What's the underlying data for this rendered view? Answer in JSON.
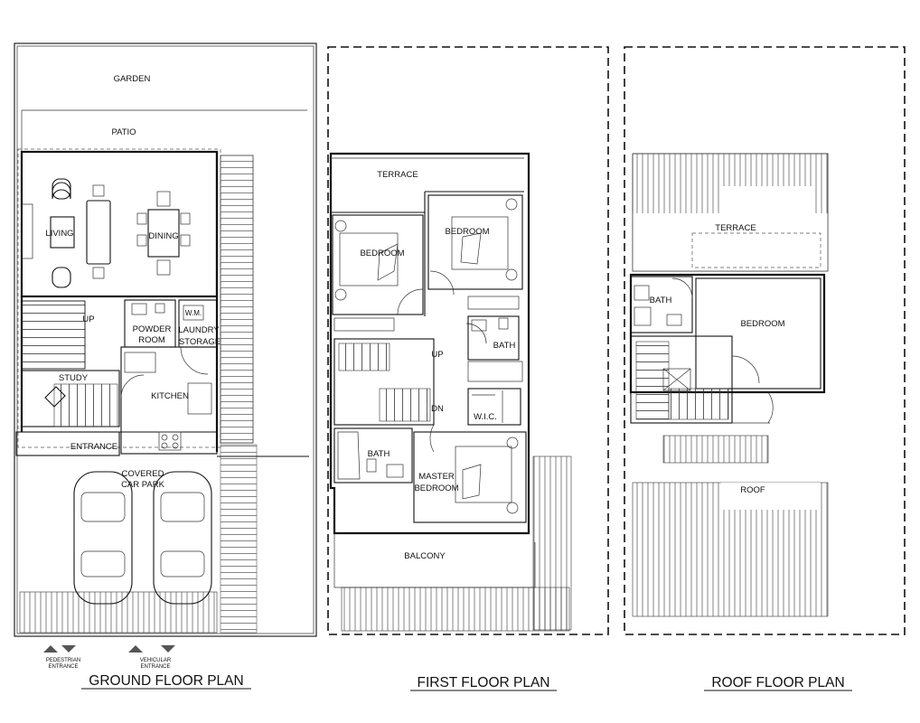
{
  "titles": {
    "ground": "GROUND FLOOR PLAN",
    "first": "FIRST FLOOR PLAN",
    "roof": "ROOF FLOOR PLAN"
  },
  "ground": {
    "garden": "GARDEN",
    "patio": "PATIO",
    "living": "LIVING",
    "dining": "DINING",
    "up": "UP",
    "powder_room_1": "POWDER",
    "powder_room_2": "ROOM",
    "wm": "W.M.",
    "laundry_1": "LAUNDRY",
    "laundry_2": "STORAGE",
    "study": "STUDY",
    "kitchen": "KITCHEN",
    "entrance": "ENTRANCE",
    "car_park_1": "COVERED",
    "car_park_2": "CAR PARK",
    "ped_entrance_1": "PEDESTRIAN",
    "ped_entrance_2": "ENTRANCE",
    "veh_entrance_1": "VEHICULAR",
    "veh_entrance_2": "ENTRANCE"
  },
  "first": {
    "terrace": "TERRACE",
    "bedroom_a": "BEDROOM",
    "bedroom_b": "BEDROOM",
    "up": "UP",
    "dn": "DN",
    "bath_a": "BATH",
    "bath_b": "BATH",
    "wic": "W.I.C.",
    "master_1": "MASTER",
    "master_2": "BEDROOM",
    "balcony": "BALCONY"
  },
  "roof": {
    "terrace": "TERRACE",
    "bath": "BATH",
    "bedroom": "BEDROOM",
    "roof": "ROOF"
  }
}
